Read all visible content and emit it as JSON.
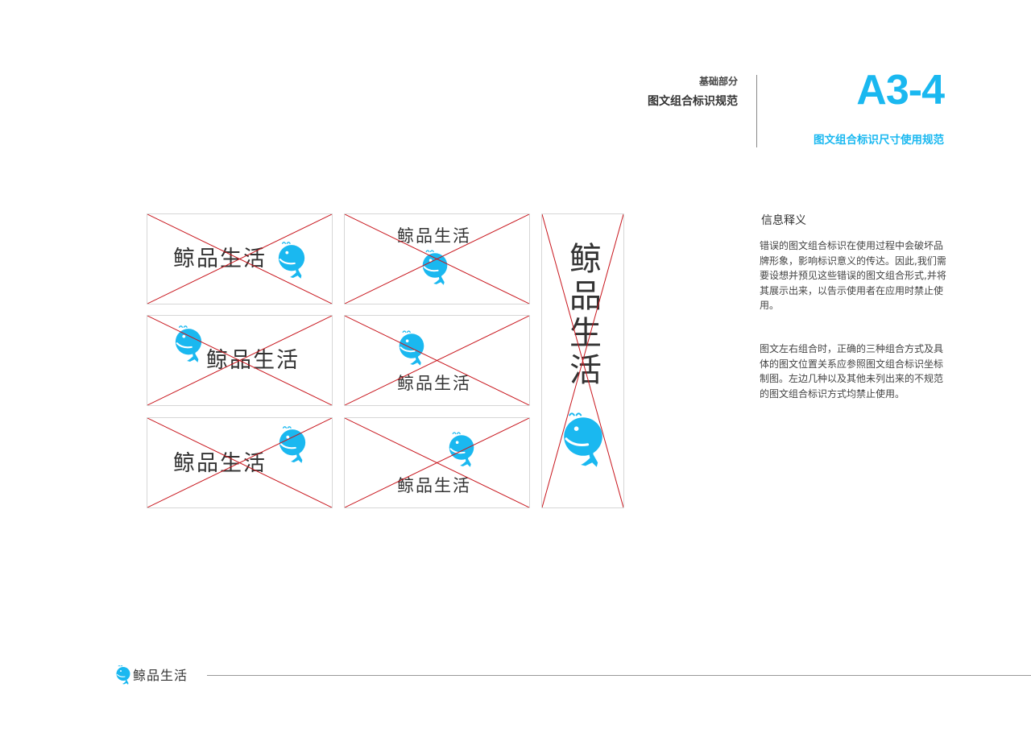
{
  "header": {
    "section_label": "基础部分",
    "section_title": "图文组合标识规范",
    "page_code": "A3-4",
    "page_subtitle": "图文组合标识尺寸使用规范"
  },
  "brand": {
    "name": "鲸品生活",
    "accent_color": "#1ab8f0",
    "cross_color": "#c8161d"
  },
  "info": {
    "title": "信息释义",
    "paragraph1": "错误的图文组合标识在使用过程中会破坏品牌形象，影响标识意义的传达。因此,我们需要设想并预见这些错误的图文组合形式,并将其展示出来，以告示使用者在应用时禁止使用。",
    "paragraph2": "图文左右组合时，正确的三种组合方式及具体的图文位置关系应参照图文组合标识坐标制图。左边几种以及其他未列出来的不规范的图文组合标识方式均禁止使用。"
  },
  "footer": {
    "brand_name": "鲸品生活"
  }
}
